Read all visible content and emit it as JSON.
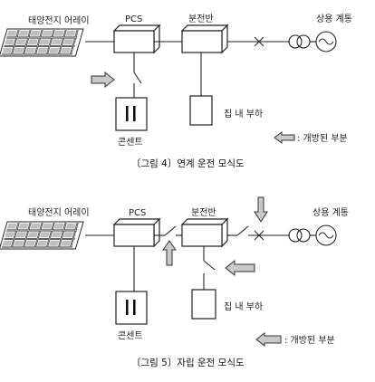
{
  "diagram1": {
    "labels": {
      "solar_array": "태양전지 어레이",
      "pcs": "PCS",
      "distribution_panel": "분전반",
      "utility_grid": "상용 계통",
      "outlet": "콘센트",
      "house_load": "집 내 부하",
      "legend_open_part": ": 개방된 부분"
    },
    "caption": "〔그림 4〕연계 운전 모식도"
  },
  "diagram2": {
    "labels": {
      "solar_array": "태양전지 어레이",
      "pcs": "PCS",
      "distribution_panel": "분전반",
      "utility_grid": "상용 계통",
      "outlet": "콘센트",
      "house_load": "집 내 부하",
      "legend_open_part": ": 개방된 부분"
    },
    "caption": "〔그림 5〕자립 운전 모식도"
  },
  "colors": {
    "arrow_fill": "#c9c9c9",
    "line": "#222222"
  }
}
